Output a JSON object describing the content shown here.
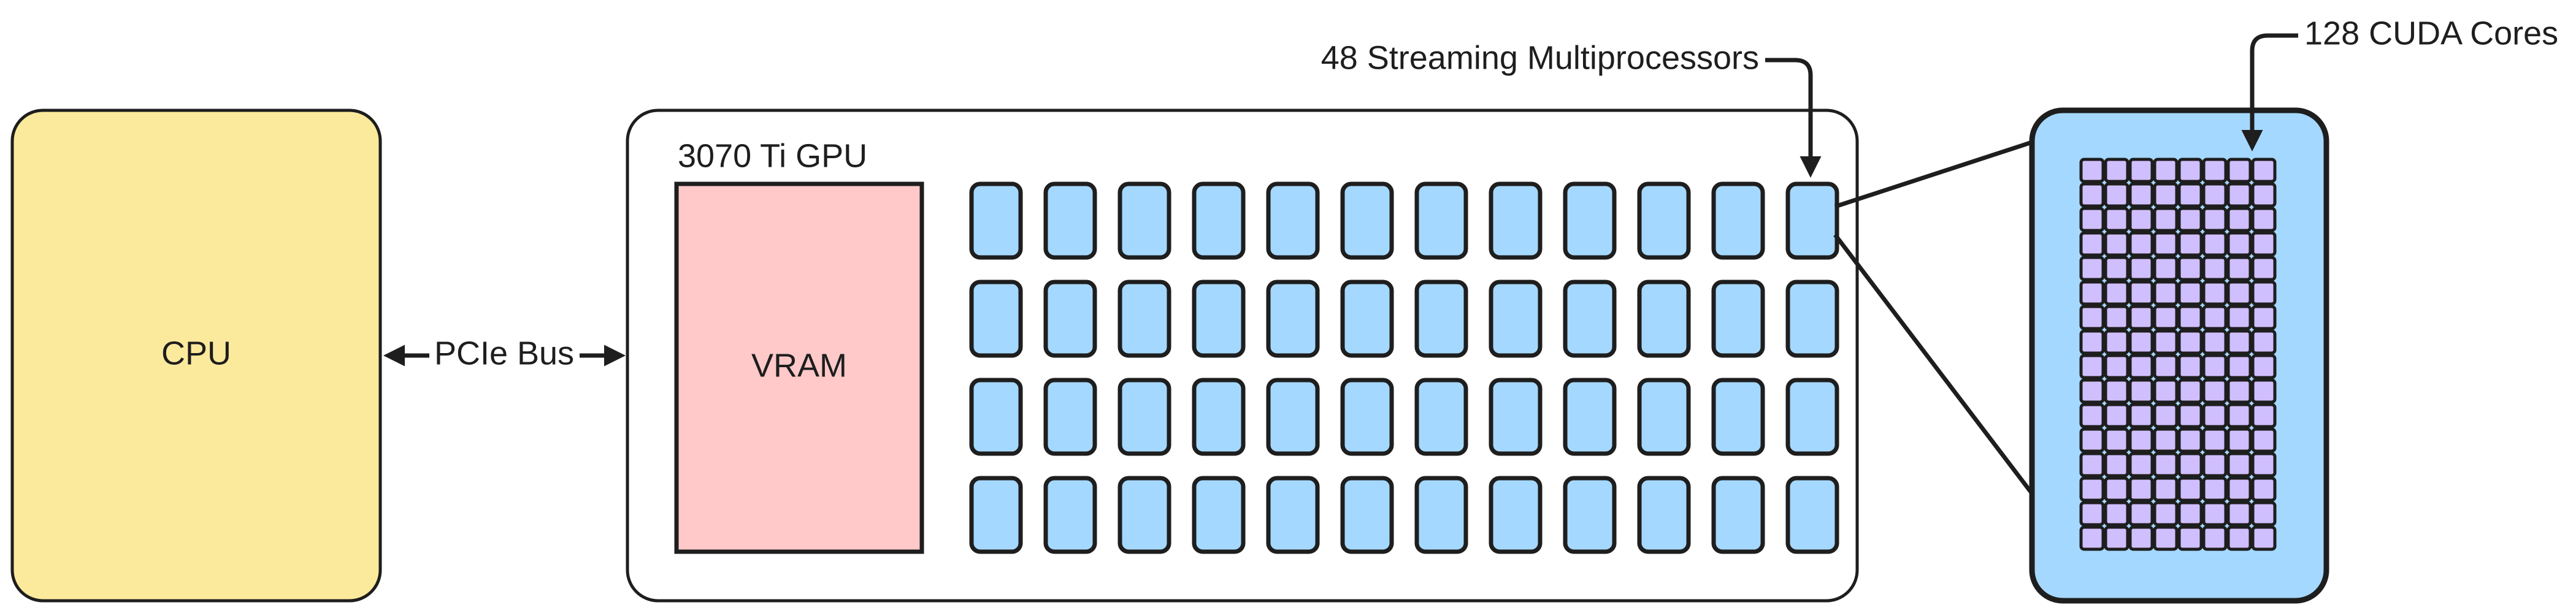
{
  "nodes": {
    "cpu": {
      "label": "CPU",
      "fill": "#fcea9c"
    },
    "gpu": {
      "label": "3070 Ti GPU",
      "fill": "#ffffff"
    },
    "vram": {
      "label": "VRAM",
      "fill": "#ffc9c9"
    },
    "sm_zoom": {
      "fill": "#a5d8ff"
    }
  },
  "connections": {
    "pcie": {
      "label": "PCIe Bus",
      "bidirectional": true
    }
  },
  "annotations": {
    "sm": {
      "label": "48 Streaming Multiprocessors"
    },
    "cores": {
      "label": "128 CUDA Cores"
    }
  },
  "grids": {
    "sm": {
      "rows": 4,
      "cols": 12,
      "fill": "#a5d8ff"
    },
    "cores": {
      "rows": 16,
      "cols": 8,
      "fill": "#d0bfff"
    }
  },
  "colors": {
    "stroke": "#1e1e1e"
  }
}
